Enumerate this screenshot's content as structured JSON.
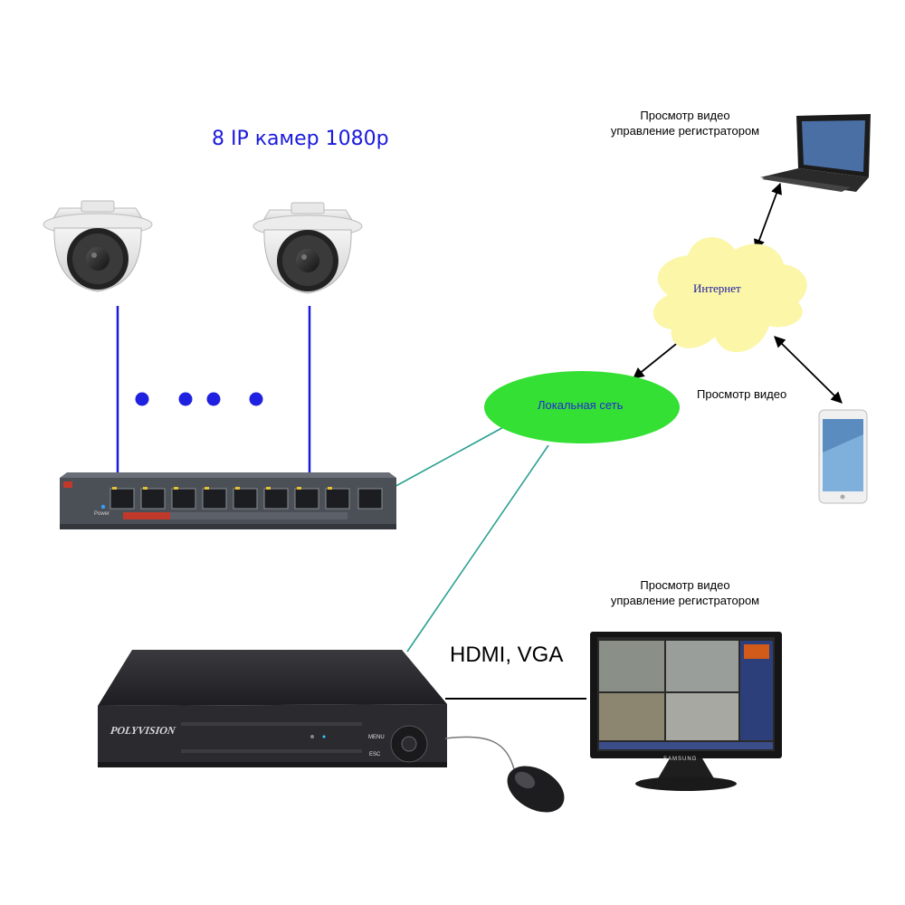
{
  "diagram": {
    "title": "8 IP камер 1080р",
    "nodes": {
      "laptop_caption_line1": "Просмотр видео",
      "laptop_caption_line2": "управление регистратором",
      "internet_label": "Интернет",
      "phone_caption": "Просмотр видео",
      "lan_label": "Локальная сеть",
      "monitor_caption_line1": "Просмотр видео",
      "monitor_caption_line2": "управление регистратором",
      "link_label": "HDMI, VGA",
      "dvr_brand": "POLYVISION",
      "switch_power_label": "Power",
      "monitor_brand": "SAMSUNG",
      "dvr_menu_label": "MENU",
      "dvr_esc_label": "ESC"
    },
    "icons": [
      "dome-camera-icon",
      "poe-switch-icon",
      "cloud-icon",
      "laptop-icon",
      "smartphone-icon",
      "dvr-recorder-icon",
      "monitor-icon",
      "mouse-icon"
    ],
    "colors": {
      "title": "#1a1adc",
      "camera_cable": "#1a1adc",
      "network_link": "#2aa090",
      "lan_cloud": "#33e033",
      "internet_cloud": "#fbf6a8",
      "dots": "#2020e0"
    }
  }
}
